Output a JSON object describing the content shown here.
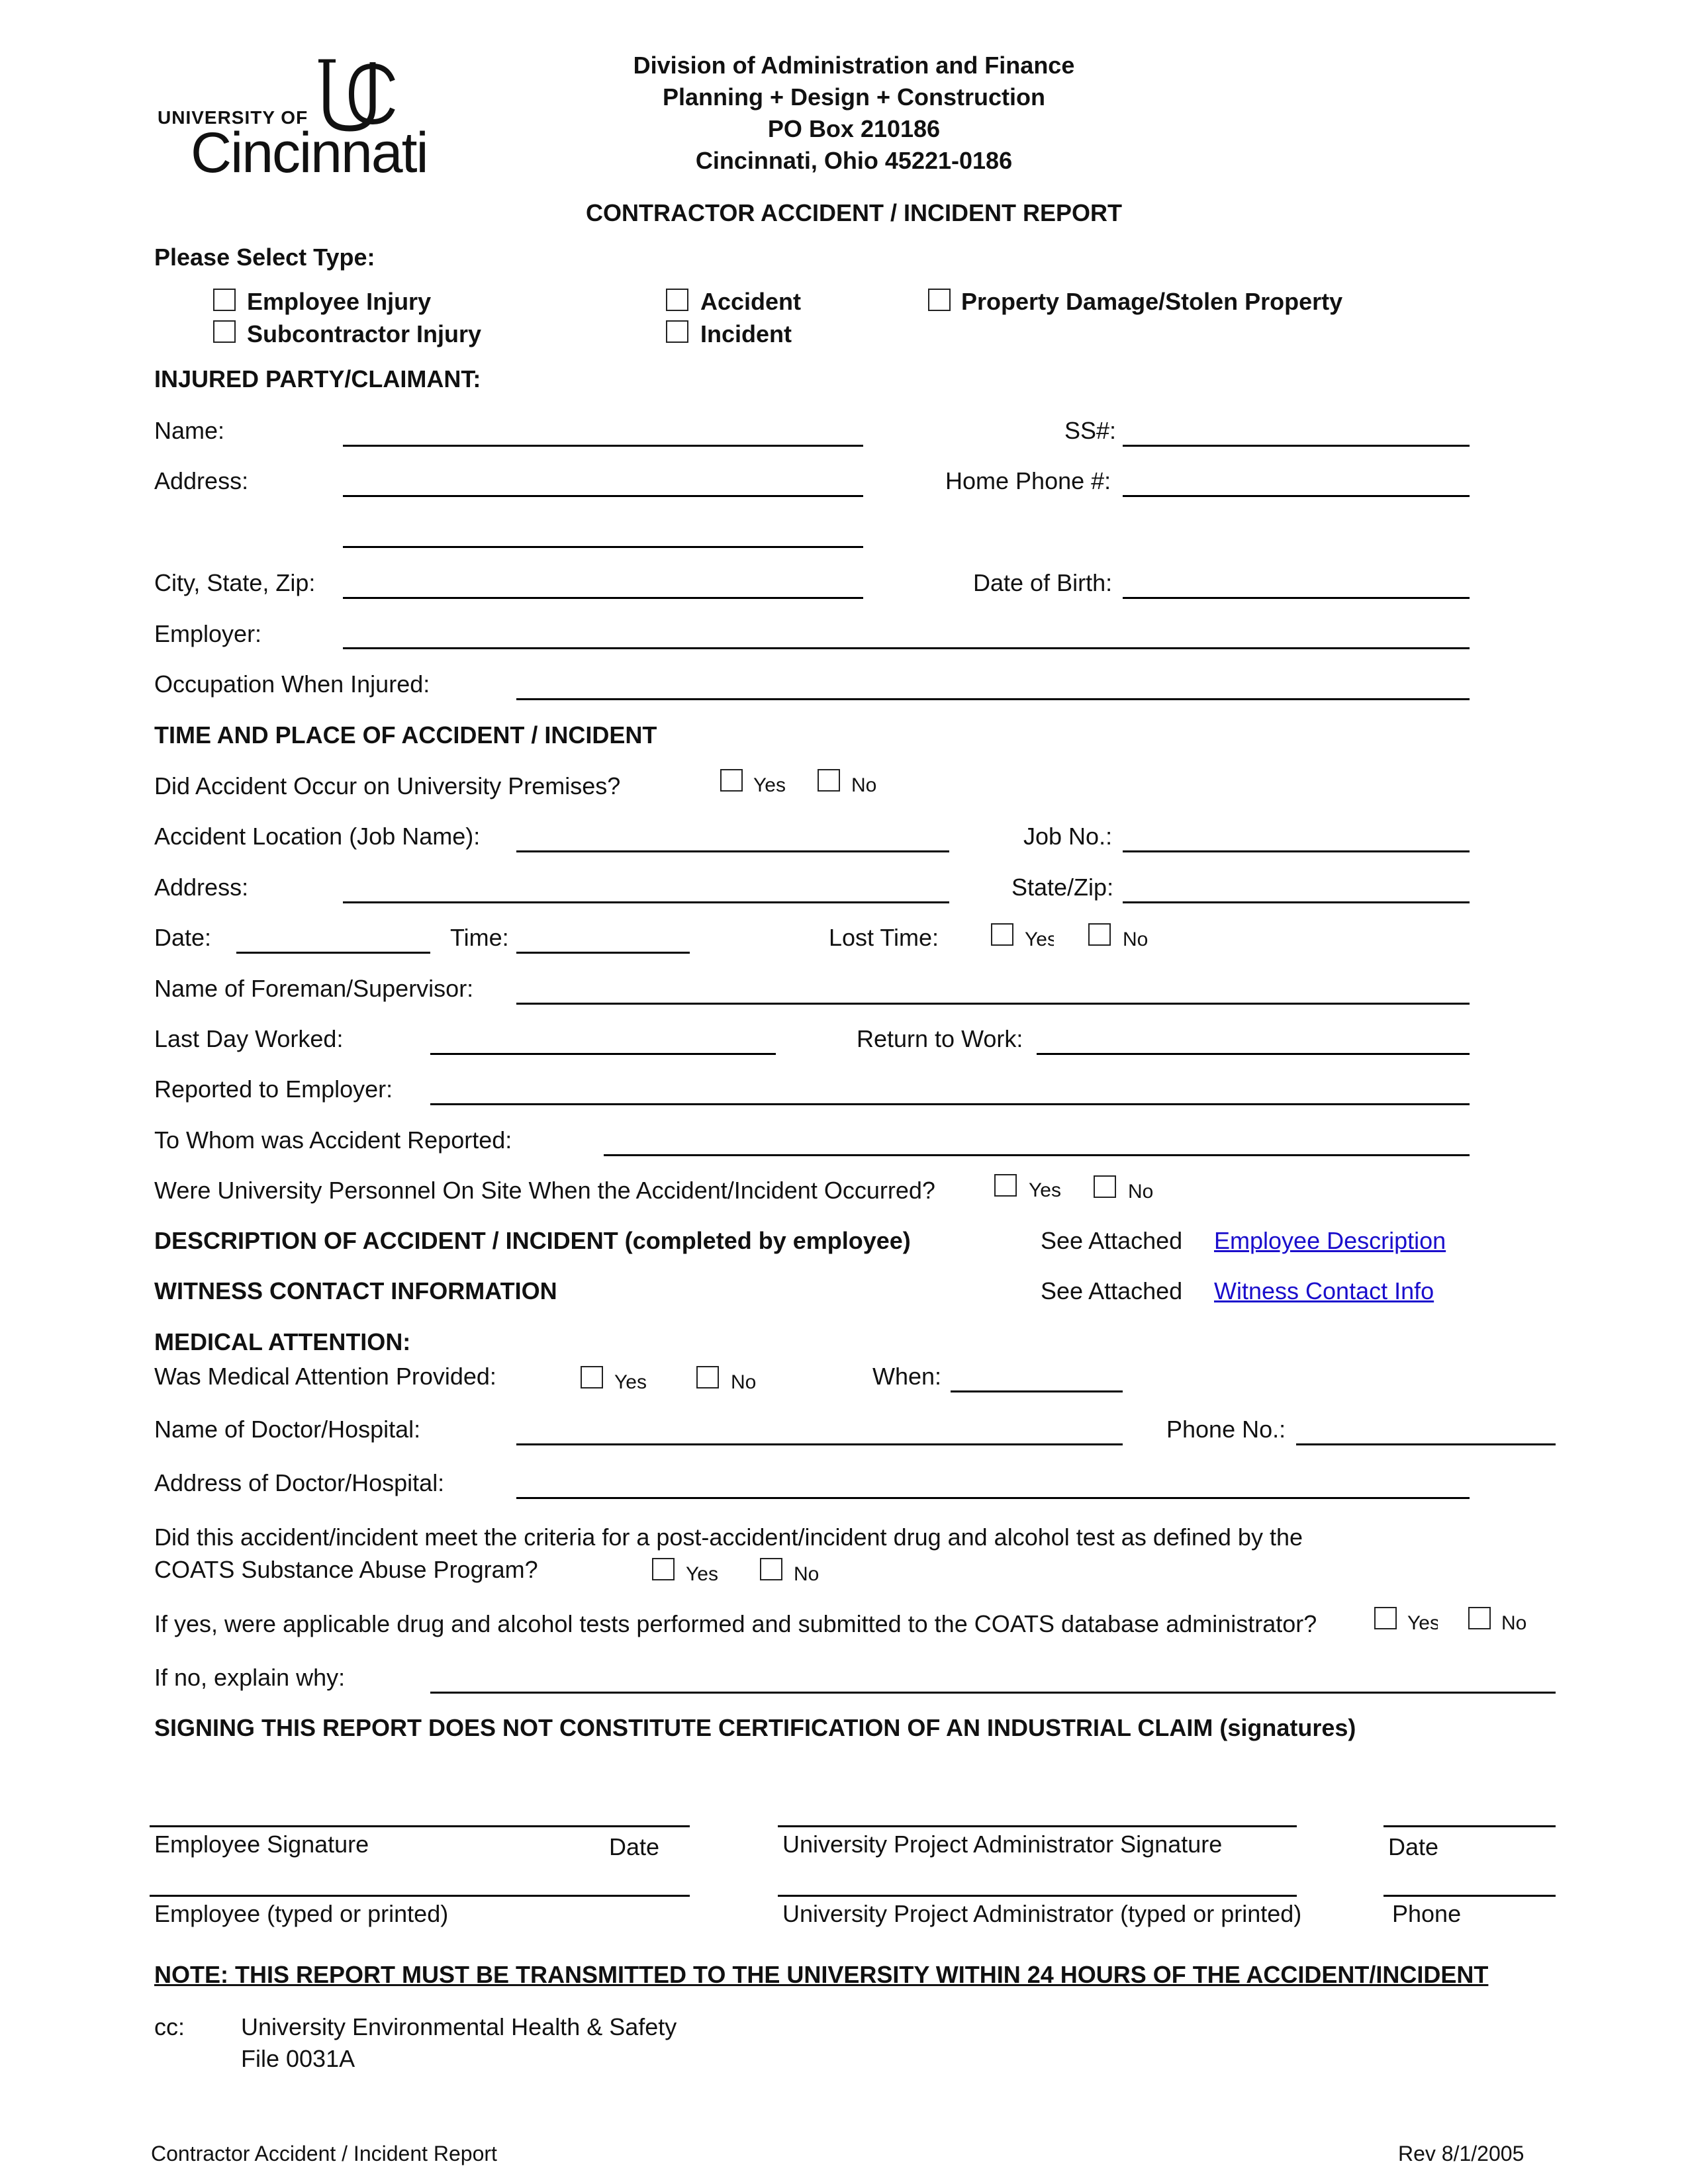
{
  "logo": {
    "university_of": "UNIVERSITY OF",
    "cincinnati": "Cincinnati"
  },
  "header": {
    "line1": "Division of Administration and Finance",
    "line2": "Planning + Design + Construction",
    "line3": "PO Box 210186",
    "line4": "Cincinnati, Ohio 45221-0186",
    "title": "CONTRACTOR ACCIDENT / INCIDENT REPORT"
  },
  "type_section": {
    "label": "Please Select Type:",
    "options": {
      "employee_injury": "Employee Injury",
      "subcontractor_injury": "Subcontractor Injury",
      "accident": "Accident",
      "incident": "Incident",
      "property_damage": "Property Damage/Stolen Property"
    }
  },
  "injured_party": {
    "heading": "INJURED PARTY/CLAIMANT:",
    "name": "Name:",
    "ss": "SS#:",
    "address": "Address:",
    "home_phone": "Home Phone #:",
    "city_state_zip": "City, State, Zip:",
    "dob": "Date of Birth:",
    "employer": "Employer:",
    "occupation": "Occupation When Injured:"
  },
  "time_place": {
    "heading": "TIME AND PLACE OF ACCIDENT / INCIDENT",
    "premises_q": "Did Accident Occur on University Premises?",
    "yes_clip": "Yes",
    "yes": "Yes",
    "no": "No",
    "location": "Accident Location (Job Name):",
    "job_no": "Job No.:",
    "address": "Address:",
    "state_zip": "State/Zip:",
    "date": "Date:",
    "time": "Time:",
    "lost_time": "Lost Time:",
    "foreman": "Name of Foreman/Supervisor:",
    "last_day": "Last Day Worked:",
    "return": "Return to Work:",
    "reported": "Reported to Employer:",
    "to_whom": "To Whom was Accident Reported:",
    "personnel_q": "Were University Personnel On Site When the Accident/Incident Occurred?"
  },
  "description": {
    "heading": "DESCRIPTION OF ACCIDENT / INCIDENT (completed by employee)",
    "see_attached": "See Attached",
    "link": "Employee Description"
  },
  "witness": {
    "heading": "WITNESS CONTACT INFORMATION",
    "see_attached": "See Attached",
    "link": "Witness Contact Info"
  },
  "medical": {
    "heading": "MEDICAL ATTENTION:",
    "provided_q": "Was Medical Attention Provided:",
    "when": "When:",
    "doctor": "Name of Doctor/Hospital:",
    "phone": "Phone No.:",
    "doctor_address": "Address of Doctor/Hospital:"
  },
  "coats": {
    "q1_line1": "Did this accident/incident meet the criteria for a post-accident/incident drug and alcohol test as defined by the",
    "q1_line2": "COATS Substance Abuse Program?",
    "q2": "If yes, were applicable drug and alcohol tests performed and submitted to the COATS database administrator?",
    "explain": "If no, explain why:"
  },
  "signatures": {
    "heading": "SIGNING THIS REPORT DOES NOT CONSTITUTE CERTIFICATION OF AN INDUSTRIAL CLAIM (signatures)",
    "employee_sig": "Employee Signature",
    "date1": "Date",
    "admin_sig": "University Project Administrator Signature",
    "date2": "Date",
    "employee_printed": "Employee  (typed or printed)",
    "admin_printed": "University Project Administrator (typed or printed)",
    "phone": "Phone"
  },
  "note": "NOTE: THIS REPORT MUST BE TRANSMITTED TO THE UNIVERSITY WITHIN 24 HOURS OF THE ACCIDENT/INCIDENT",
  "cc": {
    "label": "cc:",
    "line1": "University Environmental Health & Safety",
    "line2": "File 0031A"
  },
  "footer": {
    "left": "Contractor Accident / Incident Report",
    "right": "Rev 8/1/2005"
  }
}
